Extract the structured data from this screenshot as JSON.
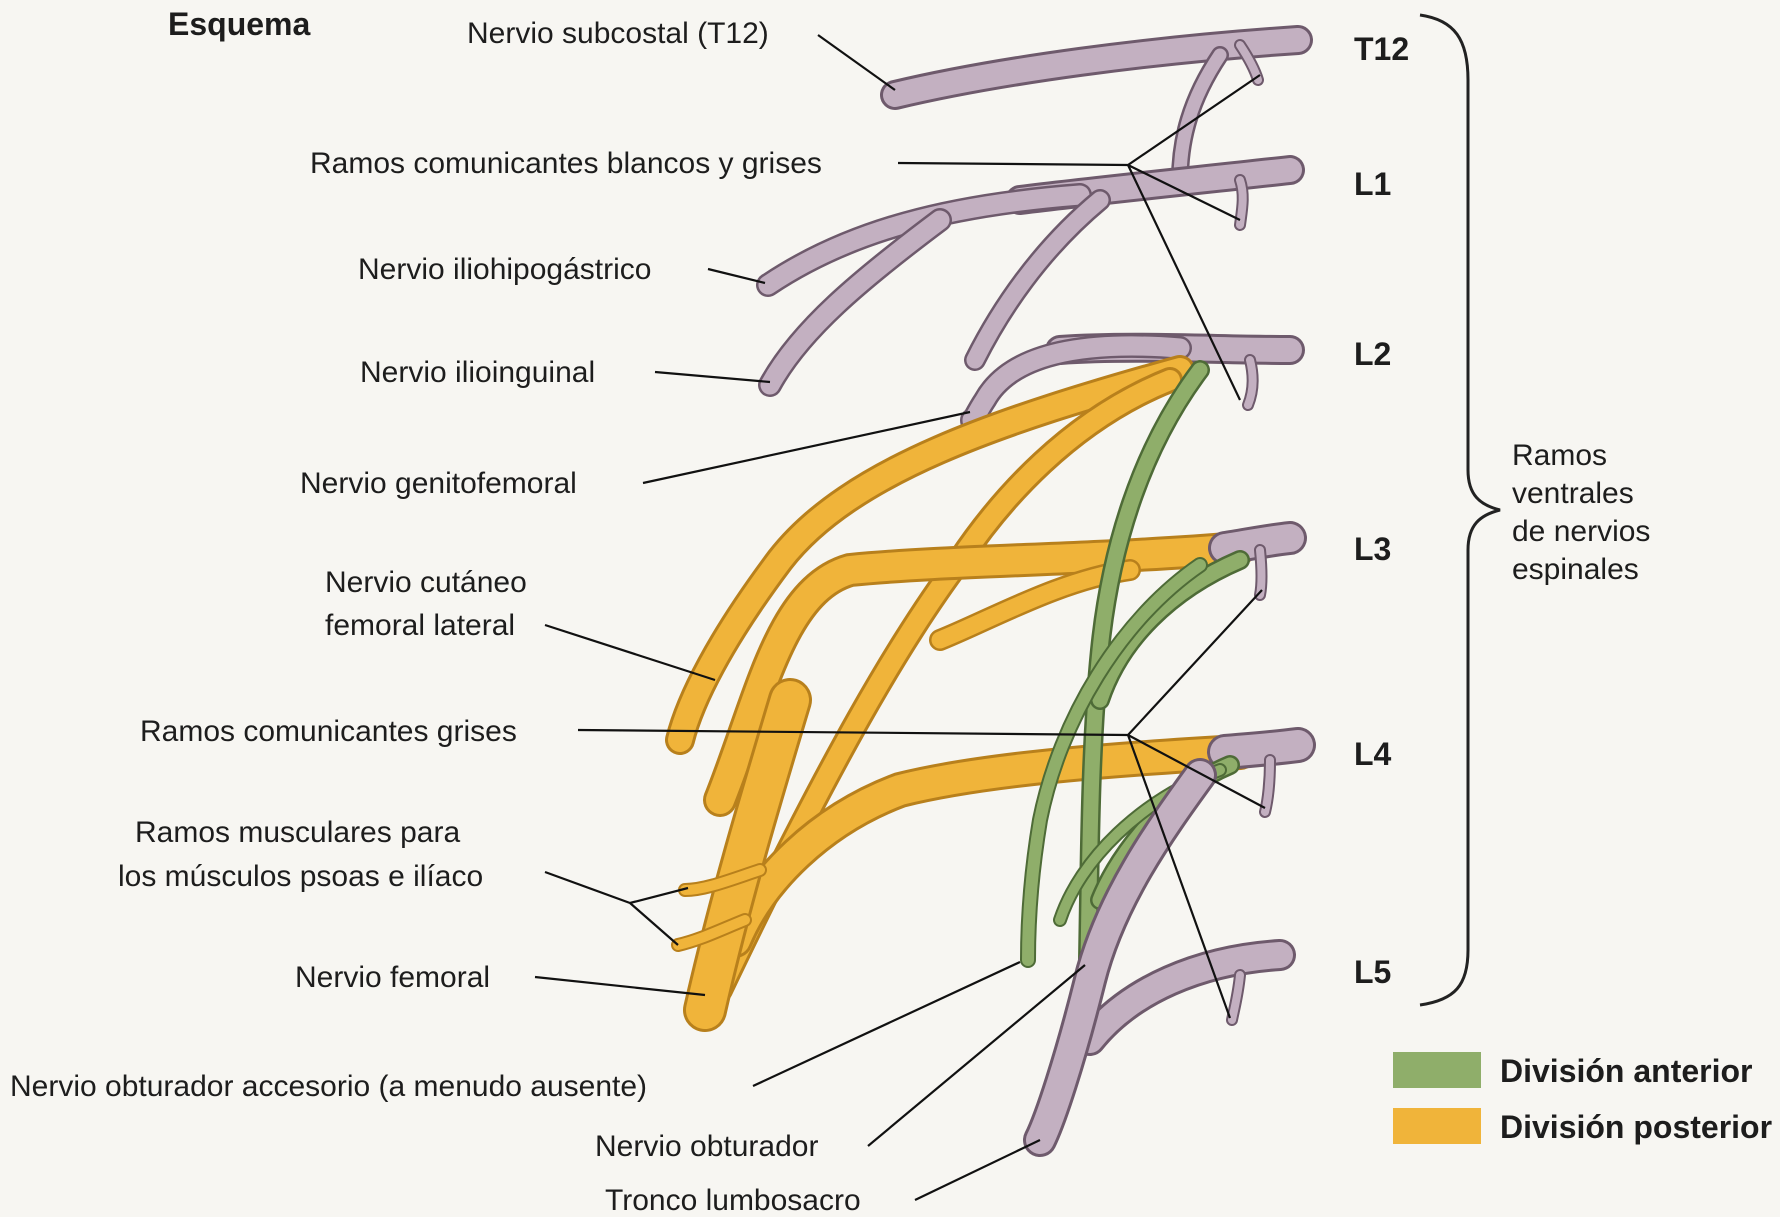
{
  "title": "Esquema",
  "levels": [
    "T12",
    "L1",
    "L2",
    "L3",
    "L4",
    "L5"
  ],
  "labels": {
    "subcostal": "Nervio subcostal (T12)",
    "ramos_blancos_grises": "Ramos comunicantes blancos y grises",
    "iliohipogastrico": "Nervio iliohipogástrico",
    "ilioinguinal": "Nervio ilioinguinal",
    "genitofemoral": "Nervio genitofemoral",
    "cutaneo_line1": "Nervio cutáneo",
    "cutaneo_line2": "femoral lateral",
    "ramos_grises": "Ramos comunicantes grises",
    "musculares_line1": "Ramos musculares para",
    "musculares_line2": "los músculos psoas e ilíaco",
    "femoral": "Nervio femoral",
    "obturador_accesorio": "Nervio obturador accesorio (a menudo ausente)",
    "obturador": "Nervio obturador",
    "tronco": "Tronco lumbosacro"
  },
  "brace_label": [
    "Ramos",
    "ventrales",
    "de nervios",
    "espinales"
  ],
  "legend": [
    {
      "label": "División anterior",
      "color": "#8fae6a"
    },
    {
      "label": "División posterior",
      "color": "#f0b43a"
    }
  ],
  "colors": {
    "nerve": "#c3b0c1",
    "anterior": "#8fae6a",
    "posterior": "#f0b43a"
  }
}
